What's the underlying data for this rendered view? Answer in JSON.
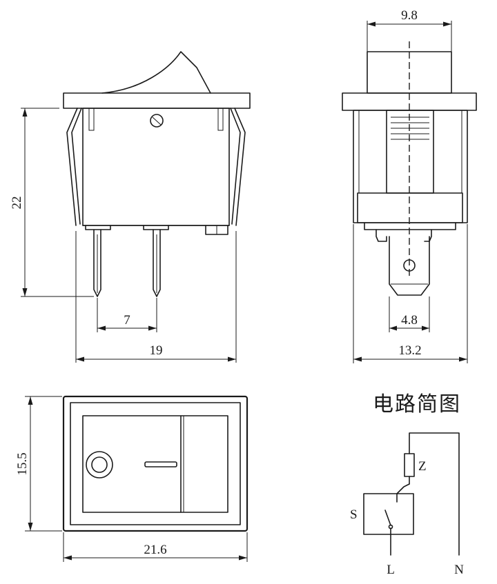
{
  "dimensions": {
    "top_width": "9.8",
    "height": "22",
    "pin_pitch": "7",
    "body_width": "19",
    "terminal_width": "4.8",
    "side_width": "13.2",
    "front_height": "15.5",
    "front_width": "21.6"
  },
  "schematic": {
    "title": "电路简图",
    "resistor_label": "Z",
    "switch_label": "S",
    "terminal_live": "L",
    "terminal_neutral": "N"
  }
}
